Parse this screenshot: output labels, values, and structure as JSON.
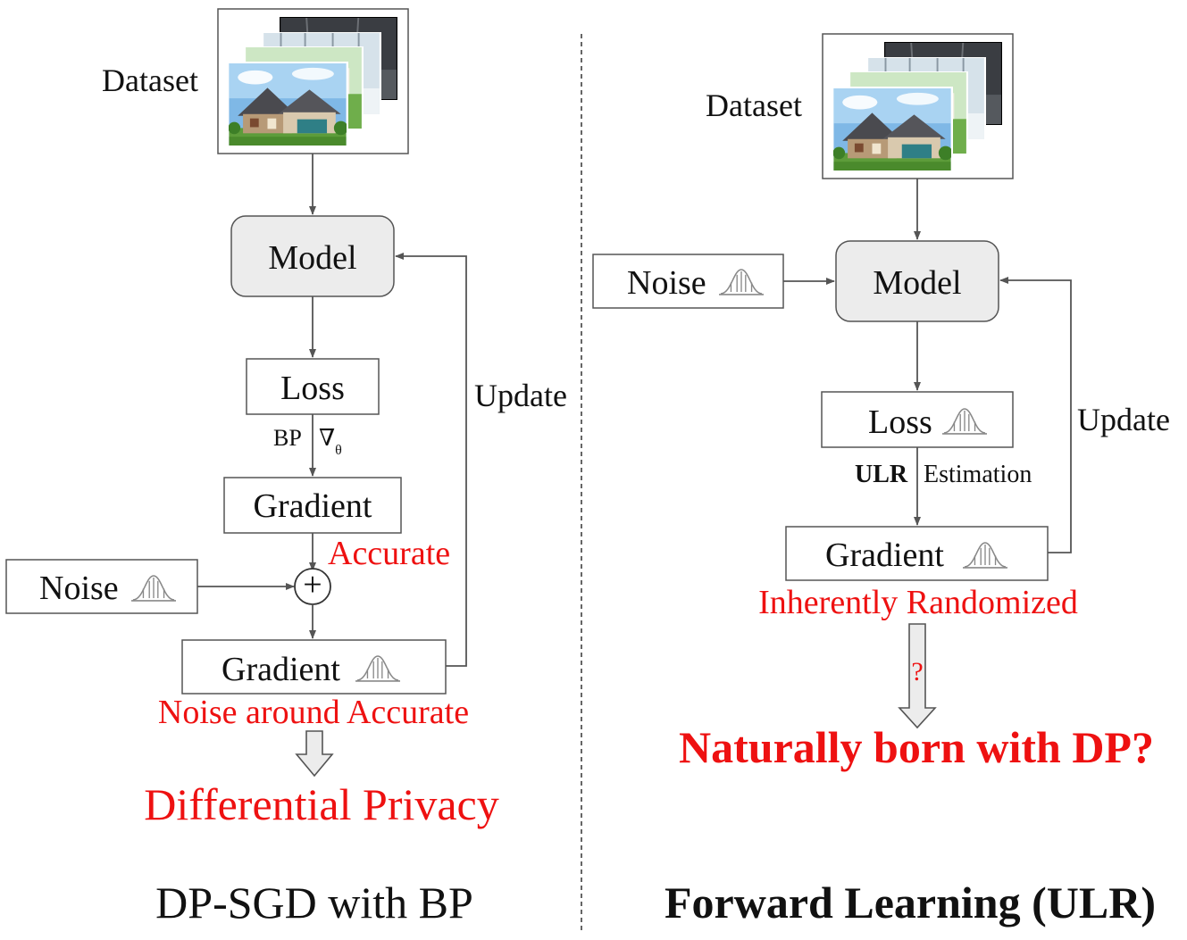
{
  "left": {
    "dataset_label": "Dataset",
    "model_label": "Model",
    "loss_label": "Loss",
    "bp_label": "BP",
    "grad_symbol": "∇",
    "grad_subscript": "θ",
    "gradient_label": "Gradient",
    "accurate_label": "Accurate",
    "noise_label": "Noise",
    "plus_symbol": "+",
    "noisy_gradient_label": "Gradient",
    "noise_around_label": "Noise around Accurate",
    "update_label": "Update",
    "conclusion_label": "Differential Privacy",
    "caption": "DP-SGD with BP"
  },
  "right": {
    "dataset_label": "Dataset",
    "noise_label": "Noise",
    "model_label": "Model",
    "loss_label": "Loss",
    "ulr_label": "ULR",
    "estimation_label": "Estimation",
    "gradient_label": "Gradient",
    "update_label": "Update",
    "randomized_label": "Inherently Randomized",
    "question_mark": "?",
    "conclusion_label": "Naturally born with DP?",
    "caption": "Forward Learning (ULR)"
  },
  "colors": {
    "accent_red": "#ee1111",
    "model_fill": "#ececec",
    "stroke": "#555555"
  },
  "icons": {
    "distribution": "bell-curve-icon",
    "dataset": "stacked-photos-icon"
  }
}
